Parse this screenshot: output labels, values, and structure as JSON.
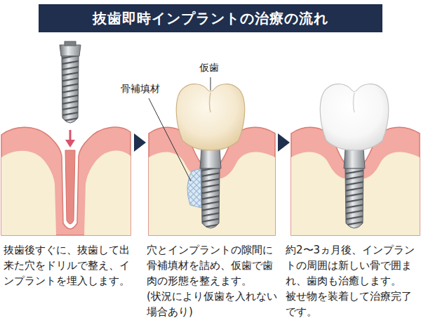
{
  "diagram": {
    "title": "抜歯即時インプラントの治療の流れ",
    "labels": [
      "仮歯",
      "骨補填材",
      "抜歯後すぐに、抜歯して出来た穴をドリルで整え、インプラントを埋入します。",
      "穴とインプラントの隙間に骨補填材を詰め、仮歯で歯肉の形態を整えます。",
      "(状況により仮歯を入れない場合あり)",
      "約2〜3ヵ月後、インプラントの周囲は新しい骨で囲まれ、歯肉も治癒します。",
      "被せ物を装着して治療完了です。"
    ]
  }
}
